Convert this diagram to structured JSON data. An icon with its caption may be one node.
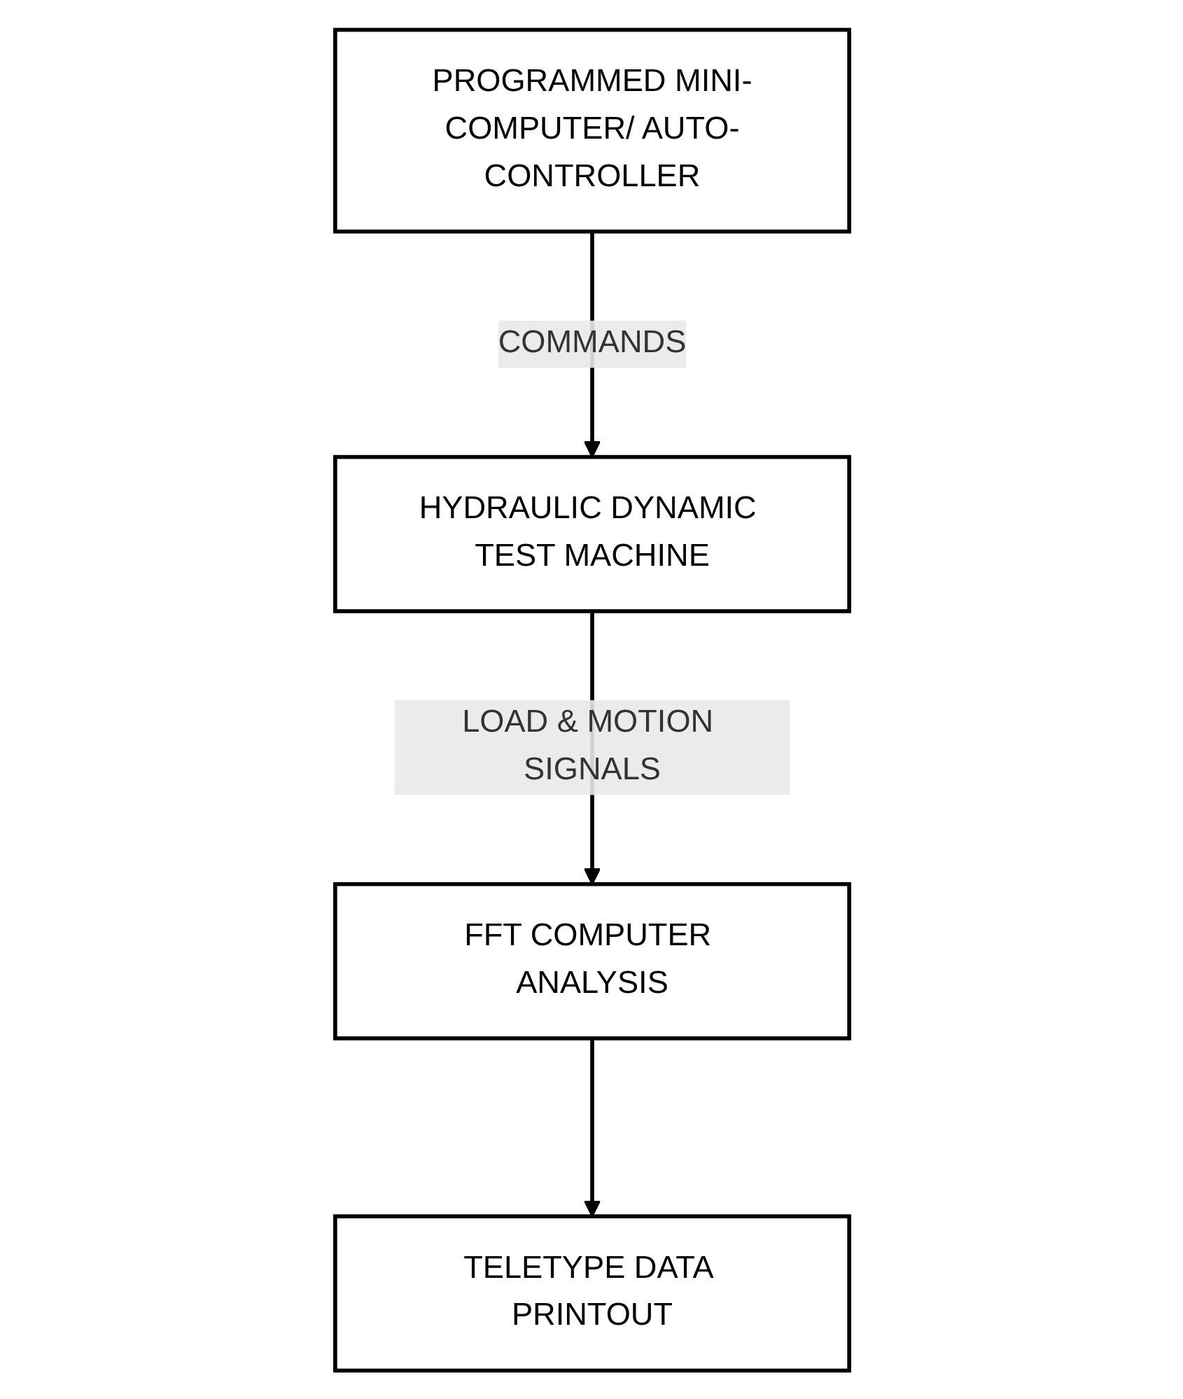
{
  "diagram": {
    "nodes": [
      {
        "text": [
          "PROGRAMMED MINI-COMPUTER/ AUTO-CONTROLLER"
        ]
      },
      {
        "text": [
          "HYDRAULIC DYNAMIC TEST MACHINE"
        ]
      },
      {
        "text": [
          "FFT COMPUTER ANALYSIS"
        ]
      },
      {
        "text": [
          "TELETYPE DATA PRINTOUT"
        ]
      }
    ],
    "edges": [
      {
        "from": 0,
        "to": 1,
        "arrow": "to",
        "label": "COMMANDS"
      },
      {
        "from": 1,
        "to": 2,
        "arrow": "to",
        "label": "LOAD & MOTION SIGNALS"
      },
      {
        "from": 2,
        "to": 3,
        "arrow": "to"
      }
    ]
  }
}
